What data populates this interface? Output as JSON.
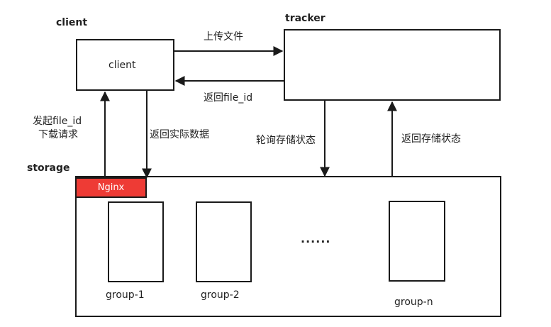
{
  "client": {
    "title": "client",
    "box_label": "client"
  },
  "tracker": {
    "title": "tracker"
  },
  "storage": {
    "title": "storage",
    "nginx_label": "Nginx",
    "groups": [
      "group-1",
      "group-2",
      "group-n"
    ],
    "ellipsis": "......"
  },
  "arrows": {
    "upload": "上传文件",
    "return_file_id": "返回file_id",
    "request_line1": "发起file_id",
    "request_line2": "下载请求",
    "return_data": "返回实际数据",
    "poll_status": "轮询存储状态",
    "return_status": "返回存储状态"
  },
  "colors": {
    "nginx": "#ee3b35",
    "line": "#1a1a1a"
  }
}
